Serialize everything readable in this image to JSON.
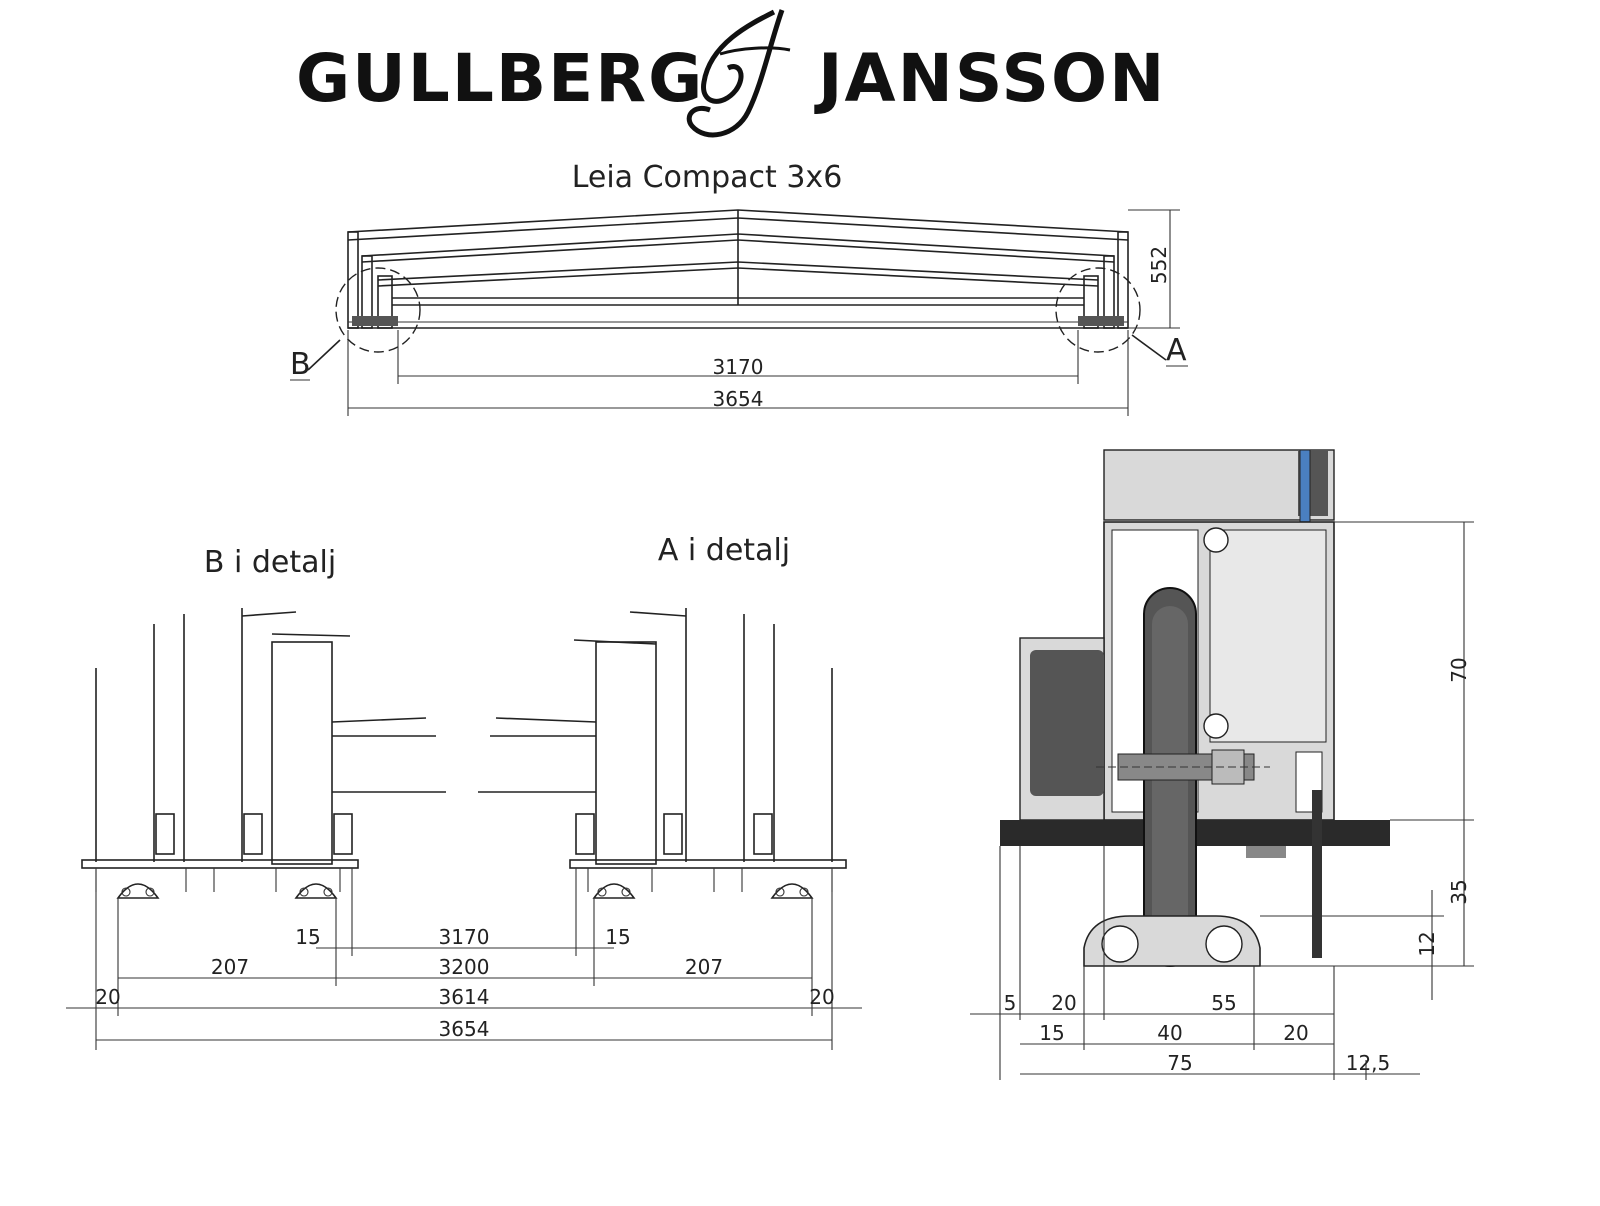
{
  "brand": {
    "left_word": "GULLBERG",
    "right_word": "JANSSON",
    "monogram": "GJ"
  },
  "drawing": {
    "title": "Leia Compact 3x6",
    "overview": {
      "height_dim": "552",
      "inner_width_dim": "3170",
      "outer_width_dim": "3654",
      "callout_left": "B",
      "callout_right": "A"
    },
    "detail_b_title": "B i detalj",
    "detail_a_title": "A i detalj",
    "bottom_dims": {
      "gap_left": "15",
      "center_top": "3170",
      "gap_right": "15",
      "side_left": "207",
      "center_mid": "3200",
      "side_right": "207",
      "edge_left": "20",
      "inner_total": "3614",
      "edge_right": "20",
      "outer_total": "3654"
    },
    "section_dims": {
      "height_upper": "70",
      "height_lower": "35",
      "rail_height": "12",
      "row1_a": "5",
      "row1_b": "20",
      "row1_c": "55",
      "row2_a": "15",
      "row2_b": "40",
      "row2_c": "20",
      "row3_a": "75",
      "row3_b": "12,5"
    }
  },
  "colors": {
    "line": "#222222",
    "profile_fill": "#d9d9d9",
    "dark_part": "#555555",
    "base_plate": "#2a2a2a",
    "glass": "#4a7fc0"
  }
}
